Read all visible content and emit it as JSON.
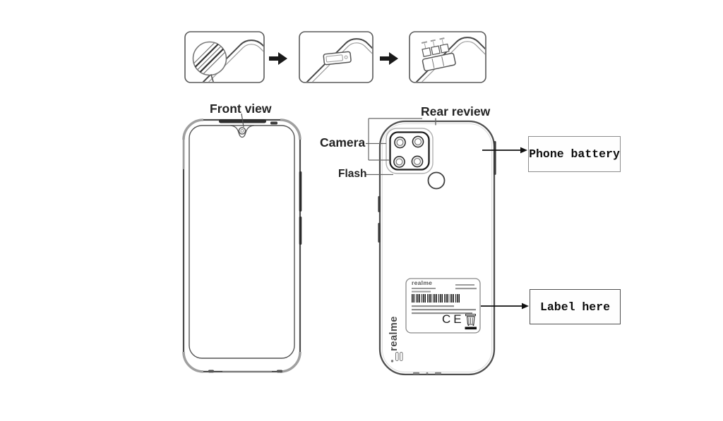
{
  "page": {
    "background": "#ffffff"
  },
  "colors": {
    "line": "#4a4a4a",
    "dark_fill": "#2b2b2b",
    "arrow": "#111111",
    "faded_text_bar": "#9b9b9b"
  },
  "diagram": {
    "front": {
      "title": "Front view"
    },
    "rear": {
      "title": "Rear review"
    },
    "annotations": {
      "camera": "Camera",
      "flash": "Flash"
    },
    "callouts": {
      "phone_battery": "Phone battery",
      "label_here": "Label here"
    },
    "device_label": {
      "brand": "realme",
      "ce_mark": "CE"
    },
    "rear_brand_vertical": "realme",
    "sim_steps": {
      "icons": [
        "sim-eject-pin-icon",
        "sim-tray-partial-icon",
        "sim-tray-slots-icon"
      ],
      "step_arrow_icon": "right-arrow-icon"
    }
  }
}
